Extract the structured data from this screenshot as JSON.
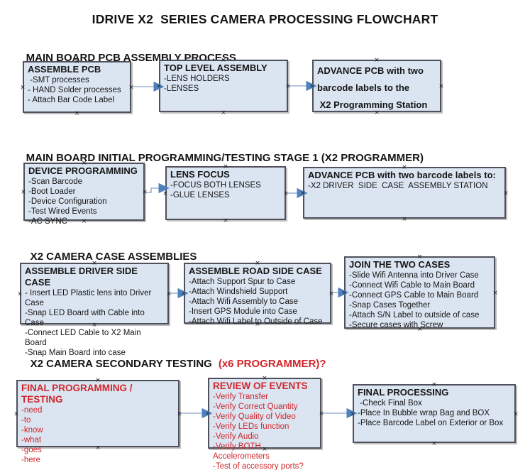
{
  "title": "IDRIVE X2  SERIES CAMERA PROCESSING FLOWCHART",
  "colors": {
    "red": "#d0262b",
    "box_fill": "#dbe5f1",
    "box_border": "#50505c",
    "arrow_line": "#9cb2d2",
    "arrow_head": "#4f81bd",
    "text": "#161616"
  },
  "sections": [
    {
      "heading": "MAIN BOARD PCB ASSEMBLY PROCESS",
      "boxes": [
        {
          "title_lines": [
            "ASSEMBLE PCB"
          ],
          "items": [
            " -SMT processes",
            "- HAND Solder processes",
            "- Attach Bar Code Label"
          ]
        },
        {
          "title_lines": [
            "TOP LEVEL ASSEMBLY"
          ],
          "items": [
            "-LENS HOLDERS",
            "-LENSES"
          ]
        },
        {
          "title_lines": [
            "ADVANCE PCB with two",
            "barcode labels to the",
            " X2 Programming Station"
          ],
          "items": []
        }
      ]
    },
    {
      "heading": "MAIN BOARD INITIAL PROGRAMMING/TESTING STAGE 1 (X2 PROGRAMMER)",
      "boxes": [
        {
          "title_lines": [
            "DEVICE PROGRAMMING"
          ],
          "items": [
            "-Scan Barcode",
            "-Boot Loader",
            "-Device Configuration",
            "-Test Wired Events",
            "-AC SYNC"
          ]
        },
        {
          "title_lines": [
            "LENS FOCUS"
          ],
          "items": [
            "-FOCUS BOTH LENSES",
            "-GLUE LENSES"
          ]
        },
        {
          "title_lines": [
            "ADVANCE PCB with two barcode labels to:"
          ],
          "items": [
            "-X2 DRIVER  SIDE  CASE  ASSEMBLY STATION"
          ]
        }
      ]
    },
    {
      "heading": "X2 CAMERA CASE ASSEMBLIES",
      "boxes": [
        {
          "title_lines": [
            "ASSEMBLE DRIVER SIDE CASE"
          ],
          "items": [
            "- Insert LED Plastic lens into Driver Case",
            "-Snap LED Board with Cable into Case",
            "-Connect LED Cable to X2 Main Board",
            "-Snap Main Board into case"
          ]
        },
        {
          "title_lines": [
            "ASSEMBLE ROAD SIDE CASE"
          ],
          "items": [
            "-Attach Support Spur to Case",
            "-Attach Windshield Support",
            "-Attach Wifi Assembly to Case",
            "-Insert GPS Module into Case",
            "-Attach Wifi Label to Outside of Case"
          ]
        },
        {
          "title_lines": [
            "JOIN THE TWO CASES"
          ],
          "items": [
            "-Slide Wifi Antenna into Driver Case",
            "-Connect Wifi Cable to Main Board",
            "-Connect GPS Cable to Main Board",
            "-Snap Cases Together",
            "-Attach S/N Label to outside of case",
            "-Secure cases with Screw"
          ]
        }
      ]
    },
    {
      "heading": "X2 CAMERA SECONDARY TESTING",
      "heading_accent": "(x6 PROGRAMMER)?",
      "boxes": [
        {
          "title_lines": [
            "FINAL PROGRAMMING / TESTING"
          ],
          "items": [
            "-need",
            "-to",
            "-know",
            "-what",
            "-goes",
            "-here"
          ]
        },
        {
          "title_lines": [
            "REVIEW OF EVENTS"
          ],
          "items": [
            "-Verify Transfer",
            "-Verify Correct Quantity",
            "-Verify Quality of Video",
            "-Verify LEDs function",
            "-Verify Audio",
            "-Verify BOTH Accelerometers",
            "-Test of accessory ports?"
          ]
        },
        {
          "title_lines": [
            "FINAL PROCESSING"
          ],
          "items": [
            " -Check Final Box",
            "-Place In Bubble wrap Bag and BOX",
            "-Place Barcode Label on Exterior or Box"
          ]
        }
      ]
    }
  ]
}
